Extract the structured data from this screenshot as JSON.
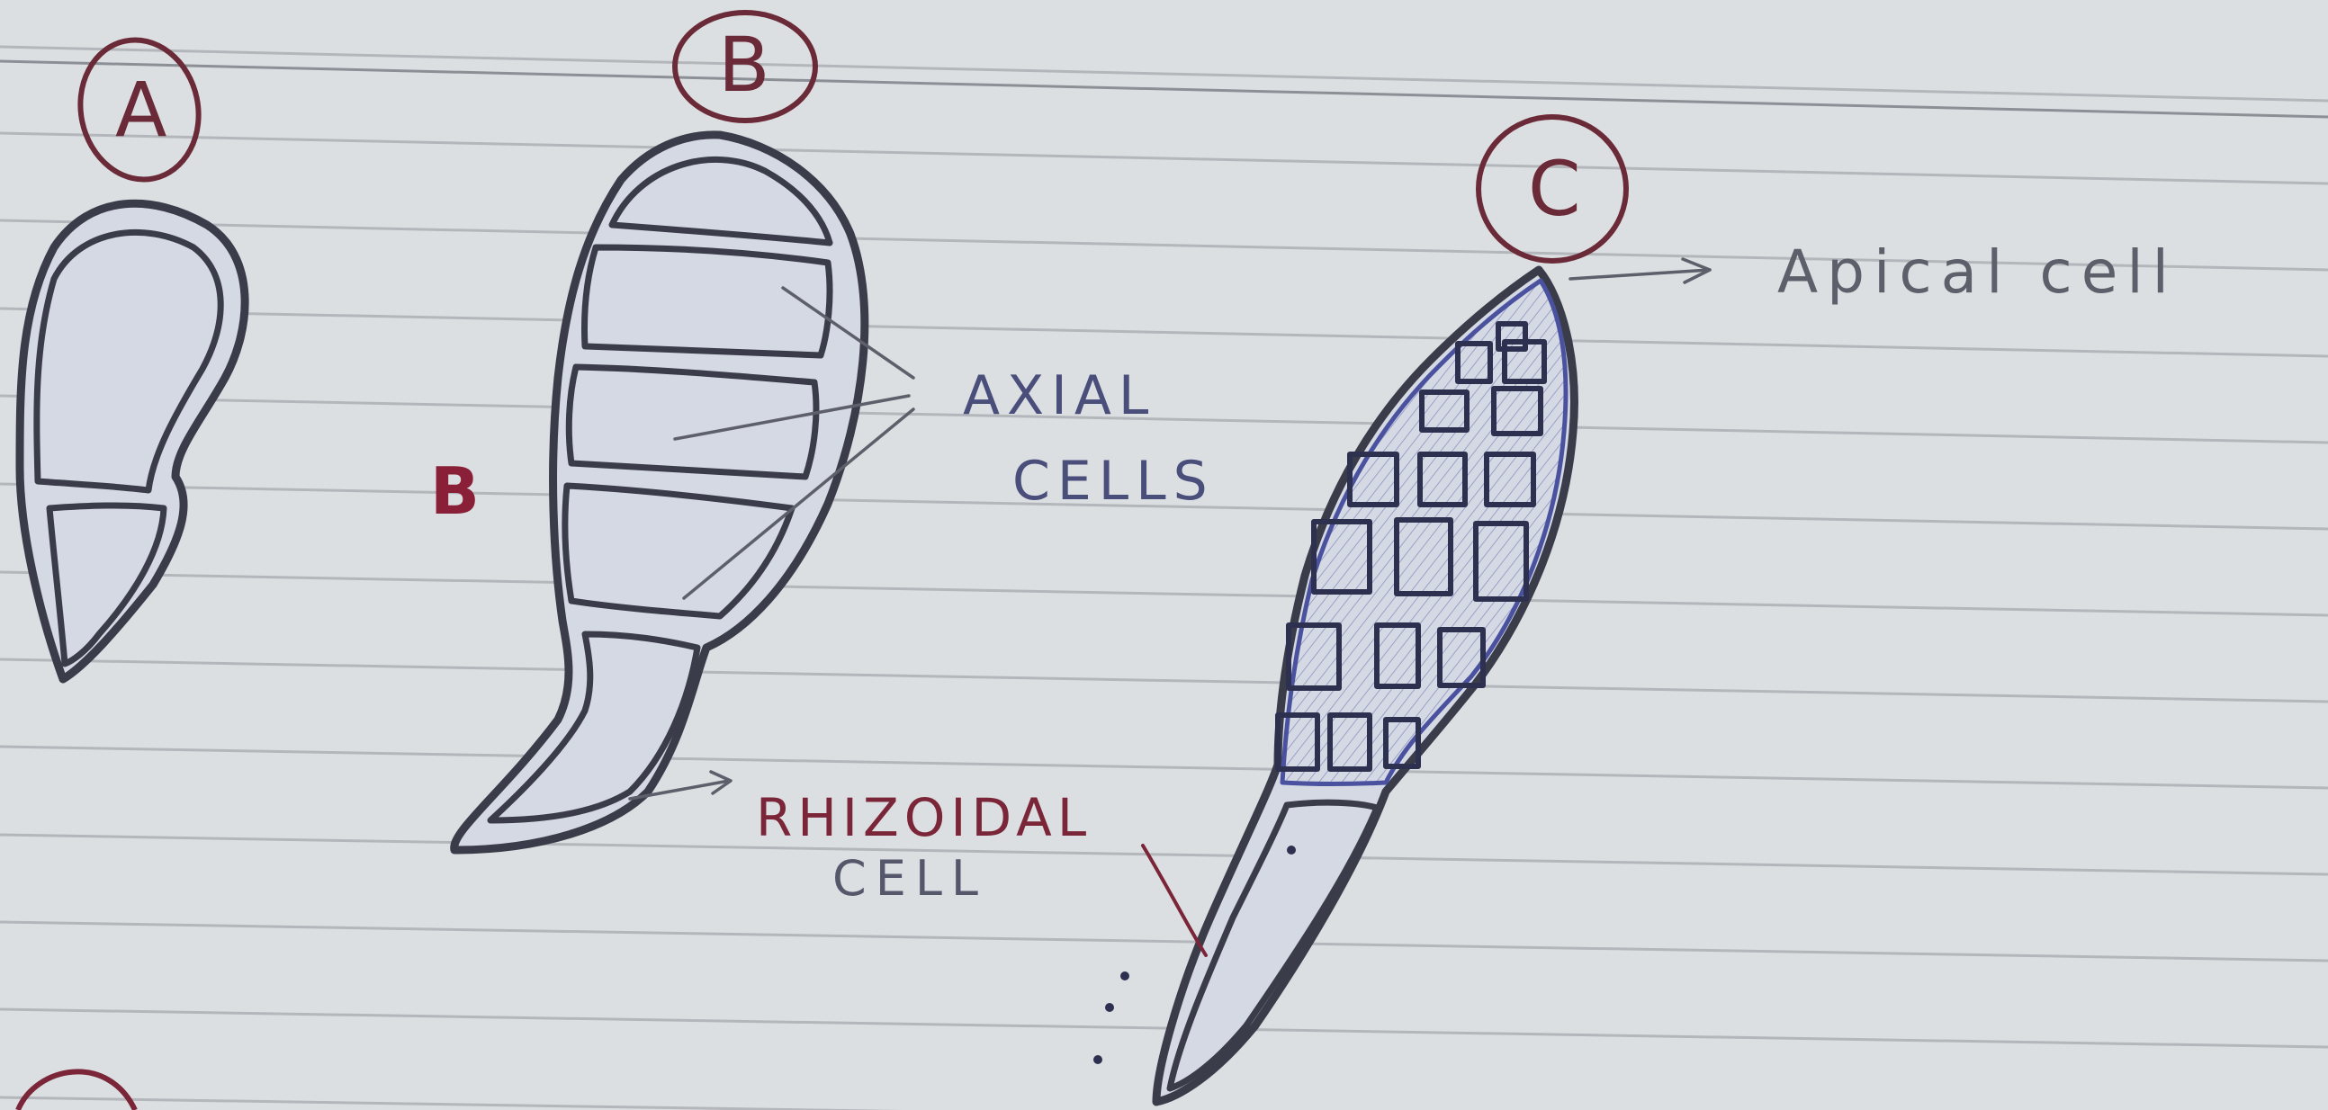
{
  "figures": {
    "a": {
      "label": "A"
    },
    "b": {
      "label": "B"
    },
    "c": {
      "label": "C"
    }
  },
  "stray_mark": "B",
  "labels": {
    "axial_line1": "AXIAL",
    "axial_line2": "CELLS",
    "rhizoidal_line1": "RHIZOIDAL",
    "rhizoidal_line2": "CELL",
    "apical": "Apical cell"
  },
  "colors": {
    "paper": "#dcdfe1",
    "rule_line": "#b3b6bb",
    "margin_line": "#8c8f96",
    "pencil_outline": "#3a3c4a",
    "cell_fill": "#d5d9e3",
    "shading": "#5058a6",
    "red_ink": "#7a2538",
    "blue_ink": "#4a4e7a"
  }
}
